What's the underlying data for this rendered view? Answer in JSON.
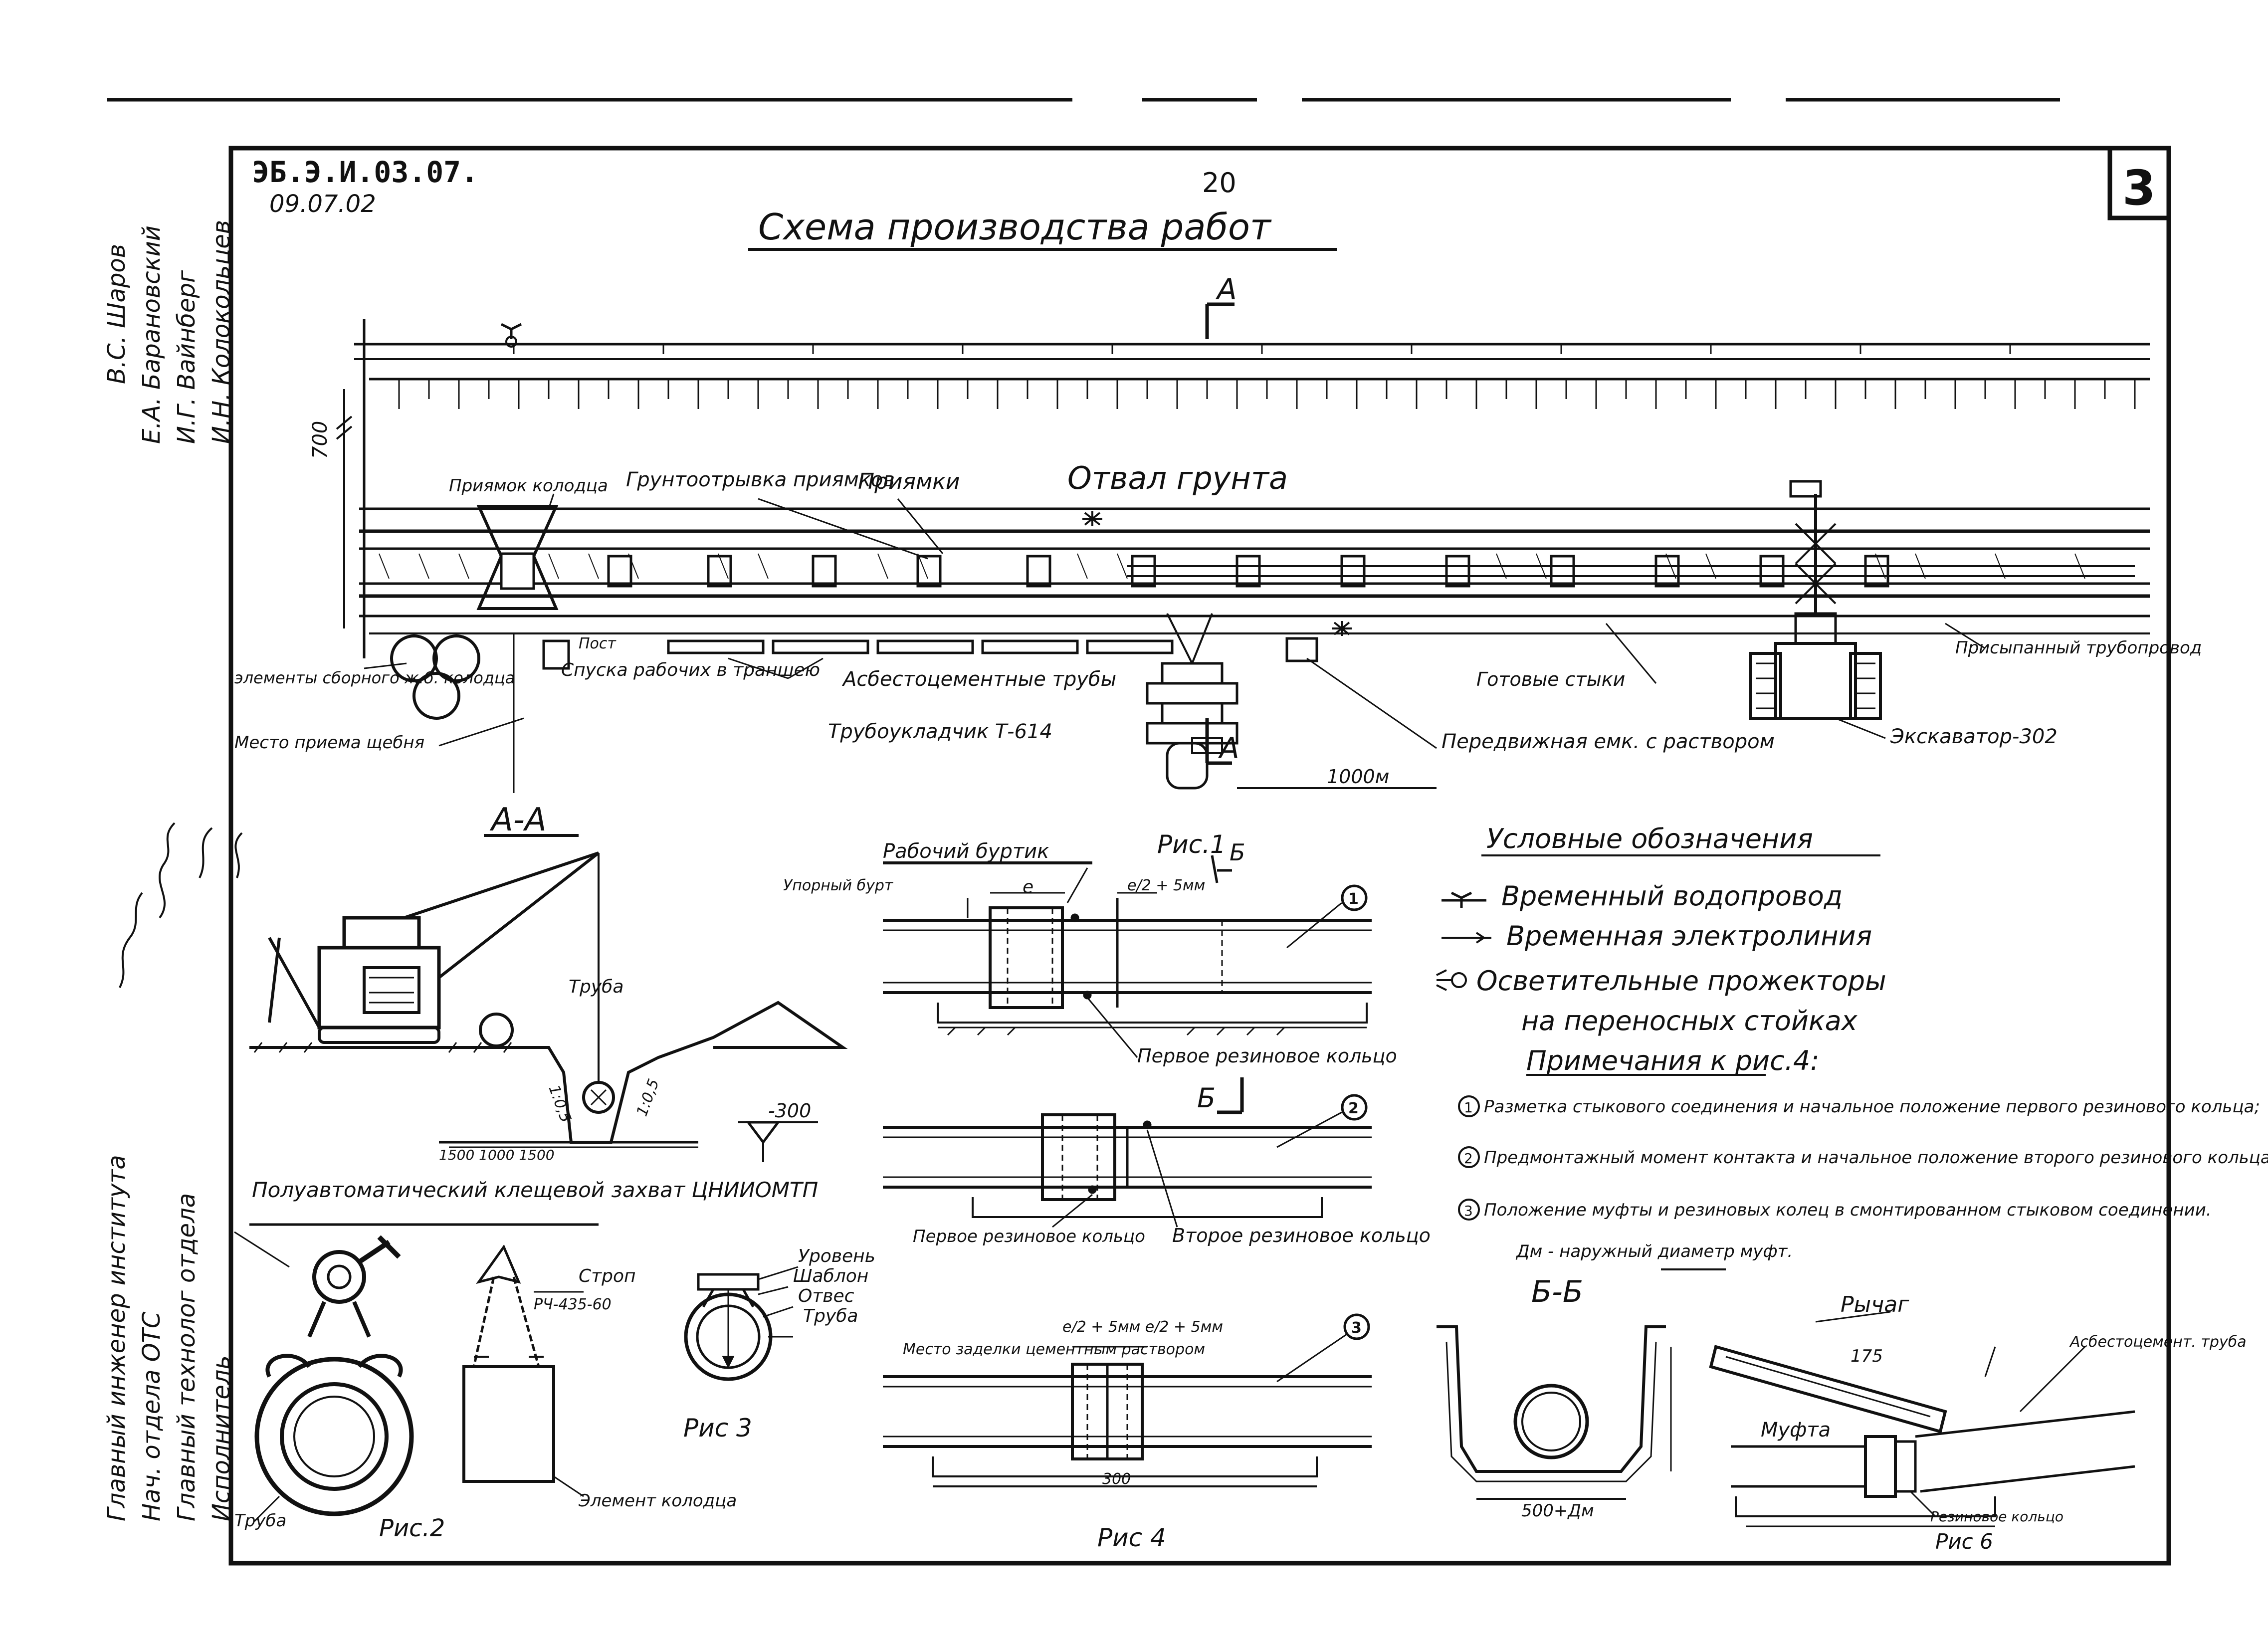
{
  "header": {
    "code": "ЭБ.Э.И.03.07.",
    "date": "09.07.02",
    "page_number": "20",
    "sheet_number": "3",
    "title": "Схема производства работ"
  },
  "plan": {
    "section_mark": "А",
    "depth_dim": "700",
    "length_dim": "1000м",
    "labels": {
      "pit_well": "Приямок колодца",
      "soil_throw": "Грунтоотрывка приямков",
      "pits": "Приямки",
      "soil_dump": "Отвал грунта",
      "well_elements": "элементы сборного ж.б. колодца",
      "post": "Пост",
      "worker_descent": "Спуска рабочих в траншею",
      "gravel_site": "Место приема щебня",
      "asbestos_pipes": "Асбестоцементные трубы",
      "pipelayer": "Трубоукладчик Т-614",
      "mobile_unit": "Передвижная емк. с раствором",
      "finished_joints": "Готовые стыки",
      "backfilled_pipe": "Присыпанный трубопровод",
      "excavator": "Экскаватор-302"
    }
  },
  "section_aa": {
    "title": "А-А",
    "pipe_label": "Труба",
    "depth": "-300",
    "slope_left": "1:0,5",
    "slope_right": "1:0,5",
    "bottom_dims": "1500 1000 1500"
  },
  "fig1": {
    "title": "Рис.1",
    "working_collar": "Рабочий буртик",
    "sealing_collar": "Упорный бурт",
    "dim_e": "е",
    "dim_right": "е/2 + 5мм",
    "first_ring": "Первое резиновое кольцо",
    "marker": "1",
    "section_mark": "Б"
  },
  "fig2_top": {
    "second_ring": "Второе резиновое кольцо",
    "first_ring": "Первое резиновое кольцо",
    "marker": "2"
  },
  "fig2": {
    "title_caption": "Полуавтоматический клещевой захват ЦНИИОМТП",
    "sling": "Строп",
    "sling_code": "РЧ-435-60",
    "well_element": "Элемент колодца",
    "pipe": "Труба",
    "caption": "Рис.2"
  },
  "fig3": {
    "level": "Уровень",
    "template": "Шаблон",
    "plumb": "Отвес",
    "pipe": "Труба",
    "caption": "Рис 3"
  },
  "fig4": {
    "dims": "е/2 + 5мм  е/2 + 5мм",
    "sealing_place": "Место заделки цементным раствором",
    "marker": "3",
    "bottom_dim": "300",
    "caption": "Рис 4"
  },
  "legend": {
    "title": "Условные обозначения",
    "items": [
      "Временный водопровод",
      "Временная электролиния",
      "Осветительные прожекторы",
      "на переносных стойках"
    ]
  },
  "notes": {
    "title": "Примечания к рис.4:",
    "items": [
      {
        "n": "1",
        "text": "Разметка стыкового соединения и начальное положение первого резинового кольца;"
      },
      {
        "n": "2",
        "text": "Предмонтажный момент контакта и начальное положение второго резинового кольца;"
      },
      {
        "n": "3",
        "text": "Положение муфты и резиновых колец в смонтированном стыковом соединении."
      }
    ],
    "extra": "Дм - наружный диаметр муфт."
  },
  "section_bb": {
    "title": "Б-Б",
    "bottom_dim": "500+Дм"
  },
  "fig6": {
    "lever": "Рычаг",
    "coupling": "Муфта",
    "pipe": "Асбестоцемент. труба",
    "ring": "Резиновое кольцо",
    "dim": "175",
    "caption": "Рис 6"
  },
  "stamp": {
    "rows": [
      {
        "role": "Главный инженер института",
        "name": "В.С. Шаров"
      },
      {
        "role": "Нач. отдела ОТС",
        "name": "Е.А. Барановский"
      },
      {
        "role": "Главный технолог отдела",
        "name": "И.Г. Вайнберг"
      },
      {
        "role": "Исполнитель",
        "name": "И.Н. Колокольцев"
      }
    ]
  }
}
